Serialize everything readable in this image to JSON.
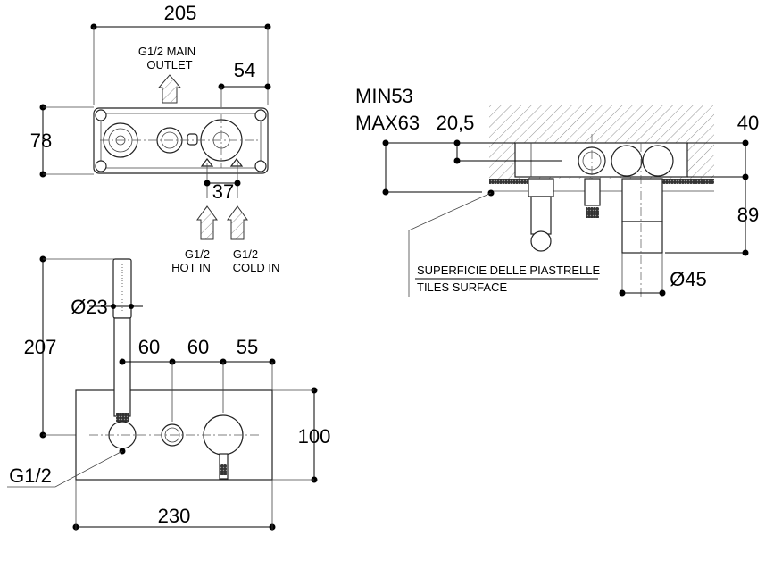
{
  "top_view": {
    "width_dim": "205",
    "height_dim": "78",
    "offset_dim": "54",
    "inlet_spacing_dim": "37",
    "outlet_label_1": "G1/2  MAIN",
    "outlet_label_2": "OUTLET",
    "hot_label_1": "G1/2",
    "hot_label_2": "HOT IN",
    "cold_label_1": "G1/2",
    "cold_label_2": "COLD IN"
  },
  "front_view": {
    "height_dim": "207",
    "hand_shower_dia": "Ø23",
    "spacing_1": "60",
    "spacing_2": "60",
    "spacing_3": "55",
    "plate_height": "100",
    "plate_width": "230",
    "connection_label": "G1/2"
  },
  "side_view": {
    "depth_min": "MIN53",
    "depth_max": "MAX63",
    "offset_dim": "20,5",
    "body_dim": "40",
    "projection_dim": "89",
    "diverter_dia": "Ø45",
    "tiles_label_it": "SUPERFICIE DELLE PIASTRELLE",
    "tiles_label_en": "TILES SURFACE"
  }
}
